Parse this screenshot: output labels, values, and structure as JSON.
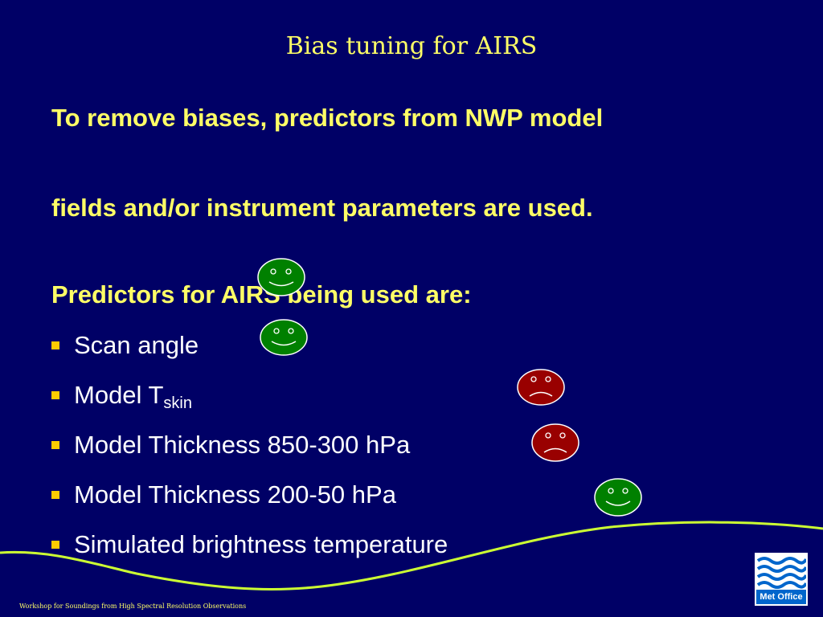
{
  "slide": {
    "title": "Bias tuning for AIRS",
    "paragraphs": [
      "To remove biases, predictors from NWP model",
      "fields and/or instrument parameters are used.",
      "Predictors for AIRS being used are:"
    ],
    "bullets": [
      {
        "text": "Scan angle",
        "sub": ""
      },
      {
        "text": "Model T",
        "sub": "skin"
      },
      {
        "text": "Model Thickness 850-300 hPa",
        "sub": ""
      },
      {
        "text": "Model Thickness 200-50 hPa",
        "sub": ""
      },
      {
        "text": "Simulated brightness temperature",
        "sub": ""
      }
    ],
    "footer": "Workshop for Soundings from High Spectral Resolution Observations",
    "logo_text": "Met Office"
  },
  "colors": {
    "background": "#000066",
    "text_yellow": "#ffff66",
    "bullet_marker": "#ffcc00",
    "happy_face": "#008000",
    "sad_face": "#990000",
    "wave_line": "#ccff33",
    "logo_blue": "#0066cc"
  },
  "icons": [
    "happy-face-icon",
    "sad-face-icon",
    "bullet-square-icon",
    "met-office-logo"
  ]
}
